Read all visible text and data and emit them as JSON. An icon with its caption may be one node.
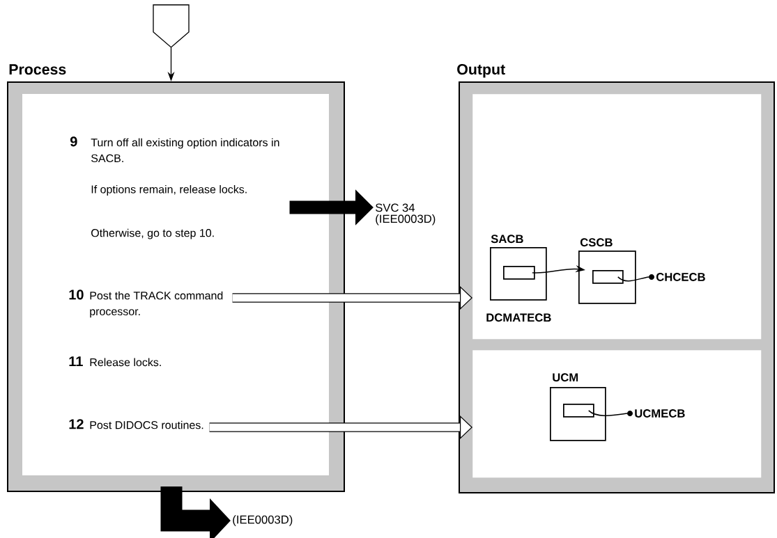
{
  "diagram": {
    "nodes": [
      {
        "text": [],
        "shape": "pentagon"
      },
      {
        "text": [
          "Process"
        ]
      },
      {
        "text": [
          "9",
          "Turn off all existing option indicators in SACB.",
          "If options remain, release locks.",
          "Otherwise, go to step 10."
        ],
        "in": 1
      },
      {
        "text": [
          "10",
          "Post the TRACK command processor."
        ],
        "in": 1
      },
      {
        "text": [
          "11",
          "Release locks."
        ],
        "in": 1
      },
      {
        "text": [
          "12",
          "Post DIDOCS routines."
        ],
        "in": 1
      },
      {
        "text": [
          "SVC 34 (IEE0003D)"
        ]
      },
      {
        "text": [
          "Output"
        ]
      },
      {
        "text": [],
        "shape": "box",
        "in": 7
      },
      {
        "text": [
          "SACB"
        ],
        "beside": [
          "DCMATECB"
        ],
        "in": 8
      },
      {
        "text": [],
        "shape": "box",
        "in": 9
      },
      {
        "text": [
          "CSCB"
        ],
        "in": 8
      },
      {
        "text": [],
        "shape": "box",
        "in": 11
      },
      {
        "text": [
          "CHCECB"
        ],
        "in": 8
      },
      {
        "text": [],
        "shape": "box",
        "in": 7
      },
      {
        "text": [
          "UCM"
        ],
        "in": 14
      },
      {
        "text": [],
        "shape": "box",
        "in": 15
      },
      {
        "text": [
          "UCMECB"
        ],
        "in": 14
      },
      {
        "text": [
          "(IEE0003D)"
        ]
      }
    ],
    "edges": [
      {
        "from": 0,
        "to": 1,
        "arrow": "to"
      },
      {
        "from": 2,
        "to": 6,
        "arrow": "to",
        "style": "thick"
      },
      {
        "from": 3,
        "to": 8,
        "arrow": "to",
        "style": "thick"
      },
      {
        "from": 5,
        "to": 14,
        "arrow": "to",
        "style": "thick"
      },
      {
        "from": 10,
        "to": 12,
        "arrow": "to"
      },
      {
        "from": 12,
        "to": 13,
        "arrow": "none"
      },
      {
        "from": 16,
        "to": 17,
        "arrow": "none"
      },
      {
        "from": 1,
        "to": 18,
        "arrow": "to",
        "style": "thick"
      }
    ]
  }
}
